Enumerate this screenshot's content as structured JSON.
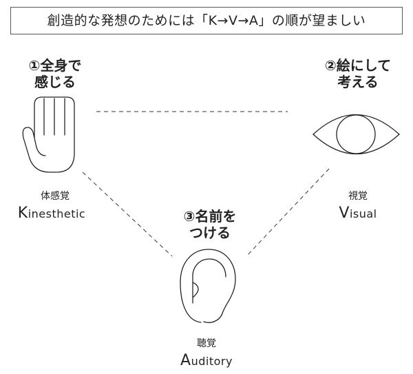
{
  "title": "創造的な発想のためには「K→V→A」の順が望ましい",
  "nodes": {
    "kinesthetic": {
      "heading_line1": "①全身で",
      "heading_line2": "感じる",
      "label_ja": "体感覚",
      "label_en": "Kinesthetic",
      "icon": "hand-icon"
    },
    "visual": {
      "heading_line1": "②絵にして",
      "heading_line2": "考える",
      "label_ja": "視覚",
      "label_en": "Visual",
      "icon": "eye-icon"
    },
    "auditory": {
      "heading_line1": "③名前を",
      "heading_line2": "つける",
      "label_ja": "聴覚",
      "label_en": "Auditory",
      "icon": "ear-icon"
    }
  },
  "colors": {
    "stroke": "#222222",
    "border": "#555555",
    "background": "#ffffff"
  }
}
